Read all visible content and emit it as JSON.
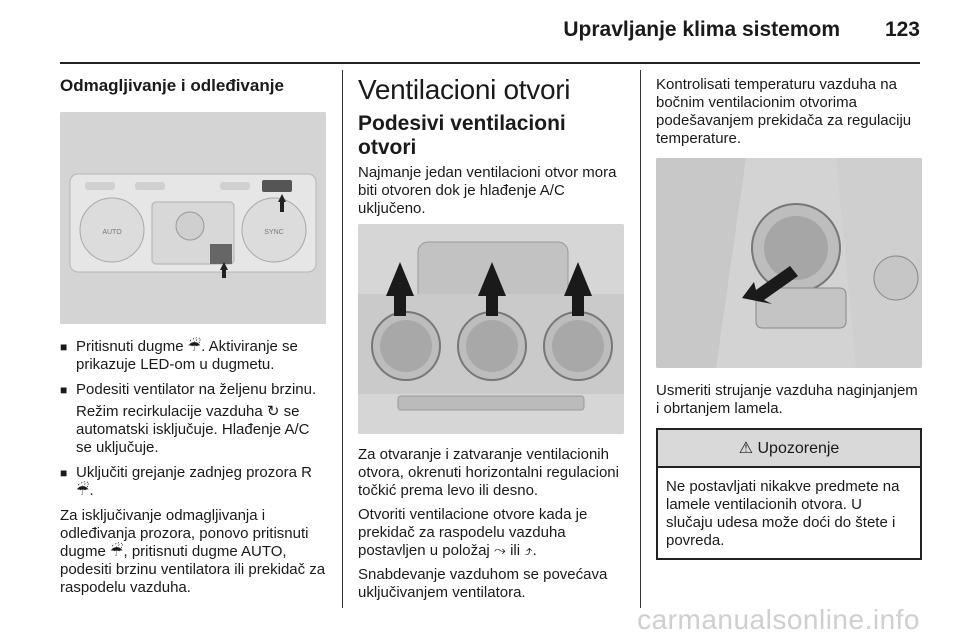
{
  "header": {
    "title": "Upravljanje klima sistemom",
    "page": "123"
  },
  "col1": {
    "heading": "Odmagljivanje i odleđivanje",
    "bullets": [
      "Pritisnuti dugme ☔. Aktiviranje se prikazuje LED-om u dugmetu.",
      "Podesiti ventilator na željenu brzinu."
    ],
    "recirc_text": "Režim recirkulacije vazduha ↻ se automatski isključuje. Hlađenje A/C se uključuje.",
    "bullet3": "Uključiti grejanje zadnjeg prozora R☔.",
    "paragraph": "Za isključivanje odmagljivanja i odleđivanja prozora, ponovo pritisnuti dugme ☔, pritisnuti dugme  AUTO, podesiti brzinu ventilatora ili prekidač za raspodelu vazduha."
  },
  "col2": {
    "title": "Ventilacioni otvori",
    "subtitle": "Podesivi ventilacioni otvori",
    "intro": "Najmanje jedan ventilacioni otvor mora biti otvoren dok je hlađenje A/C uključeno.",
    "p1": "Za otvaranje i zatvaranje ventilacionih otvora, okrenuti horizontalni regulacioni točkić prema levo ili desno.",
    "p2": "Otvoriti ventilacione otvore kada je prekidač za raspodelu vazduha postavljen u položaj ⤳ ili ⤴.",
    "p3": "Snabdevanje vazduhom se povećava uključivanjem ventilatora."
  },
  "col3": {
    "p1": "Kontrolisati temperaturu vazduha na bočnim ventilacionim otvorima podešavanjem prekidača za regulaciju temperature.",
    "p2": "Usmeriti strujanje vazduha naginjanjem i obrtanjem lamela.",
    "warning_title": "Upozorenje",
    "warning_icon": "⚠",
    "warning_text": "Ne postavljati nikakve predmete na lamele ventilacionih otvora. U slučaju udesa može doći do štete i povreda."
  },
  "watermark": "carmanualsonline.info"
}
